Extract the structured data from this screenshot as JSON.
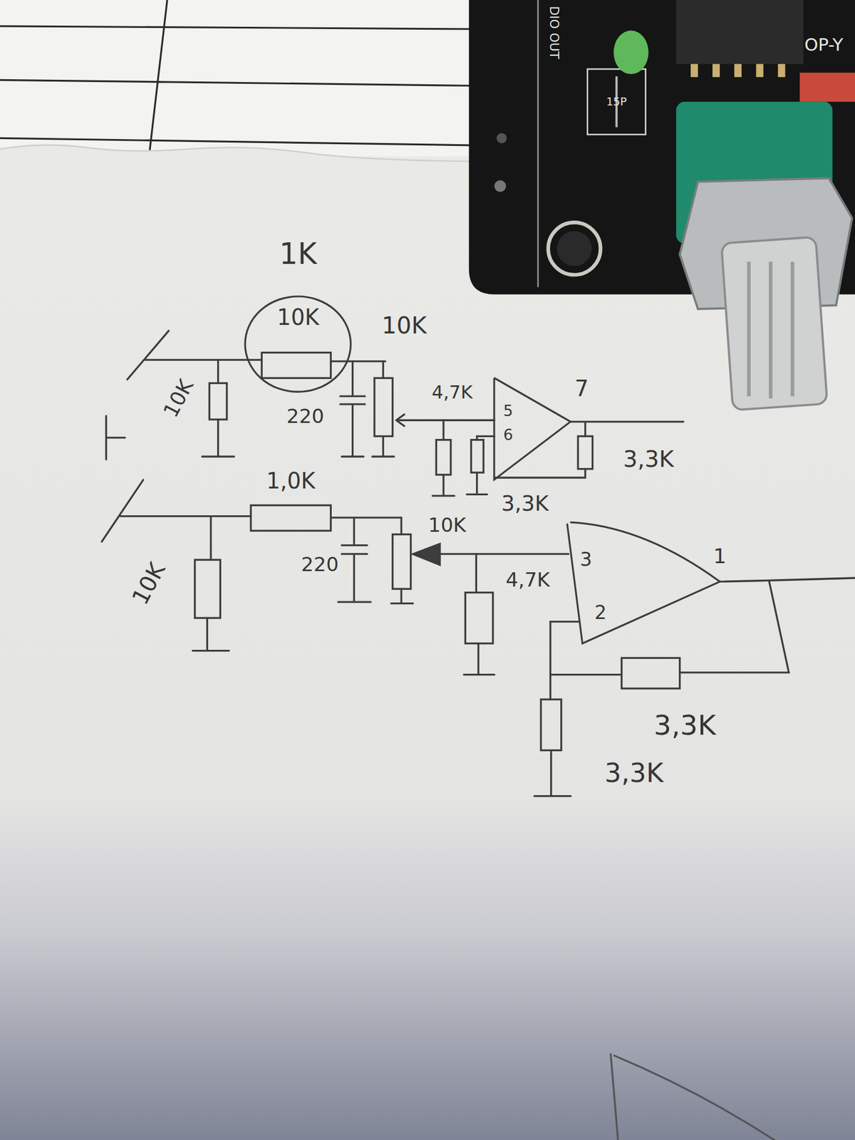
{
  "diagram": {
    "nodes": [
      {
        "text": [
          "10K"
        ]
      },
      {
        "text": [
          "5",
          "6"
        ]
      },
      {
        "text": [
          "3",
          "2"
        ]
      }
    ],
    "labels": [
      "DIO OUT",
      "15P",
      "OP-Y",
      "1K",
      "10K",
      "10K",
      "220",
      "4,7K",
      "7",
      "3,3K",
      "3,3K",
      "1,0K",
      "10K",
      "10K",
      "220",
      "4,7K",
      "1",
      "3,3K",
      "3,3K"
    ]
  }
}
